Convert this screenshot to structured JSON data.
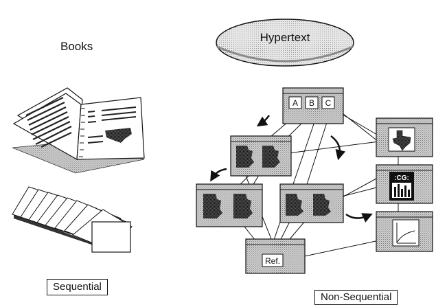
{
  "left": {
    "title": "Books",
    "caption": "Sequential"
  },
  "right": {
    "title": "Hypertext",
    "caption": "Non-Sequential",
    "top_card_links": [
      "A",
      "B",
      "C"
    ],
    "ref_label": "Ref.",
    "chart_card_label": ":CG:"
  }
}
